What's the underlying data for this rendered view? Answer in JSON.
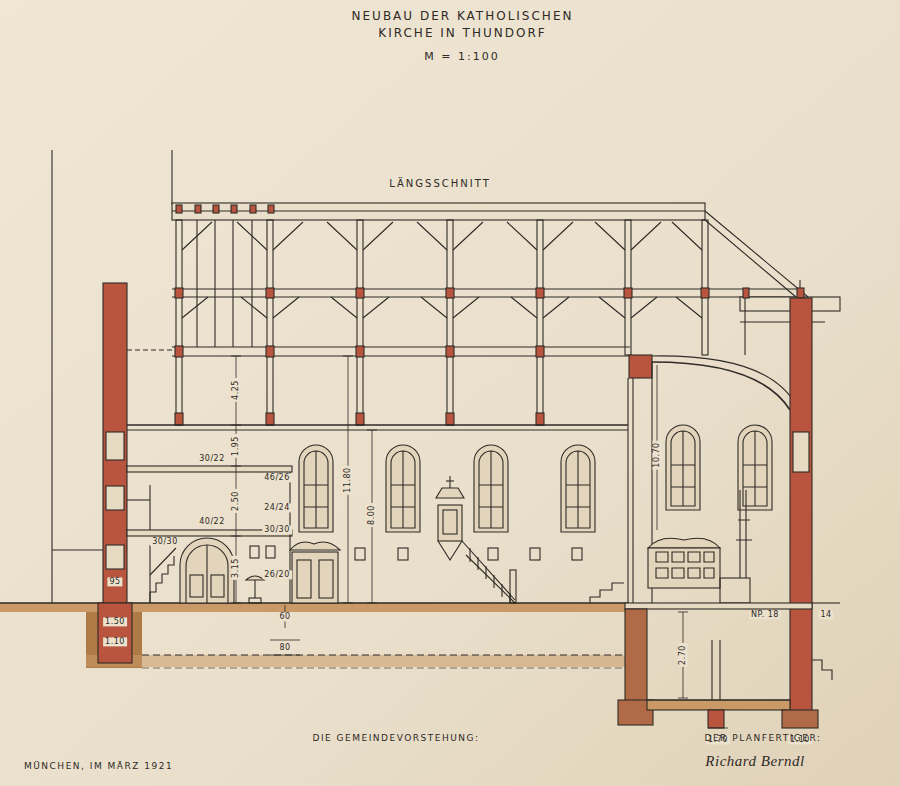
{
  "diagram": {
    "title": "NEUBAU DER KATHOLISCHEN KIRCHE IN THUNDORF",
    "labels": [
      "M = 1:100",
      "LÄNGSSCHNITT",
      "4.25",
      "1.95",
      "30/22",
      "2.50",
      "46/26",
      "11.80",
      "8.00",
      "24/24",
      "40/22",
      "30/30",
      "30/30",
      "3.15",
      "26/20",
      "10.70",
      "95",
      "60",
      "1.50",
      "80",
      "NP. 18",
      "14",
      "2.70",
      "1.70",
      "1.10",
      "DIE GEMEINDEVORSTEHUNG:",
      "DER PLANFERTIGER:",
      "MÜNCHEN, IM MÄRZ 1921",
      "Richard Berndl",
      "1.10"
    ]
  }
}
